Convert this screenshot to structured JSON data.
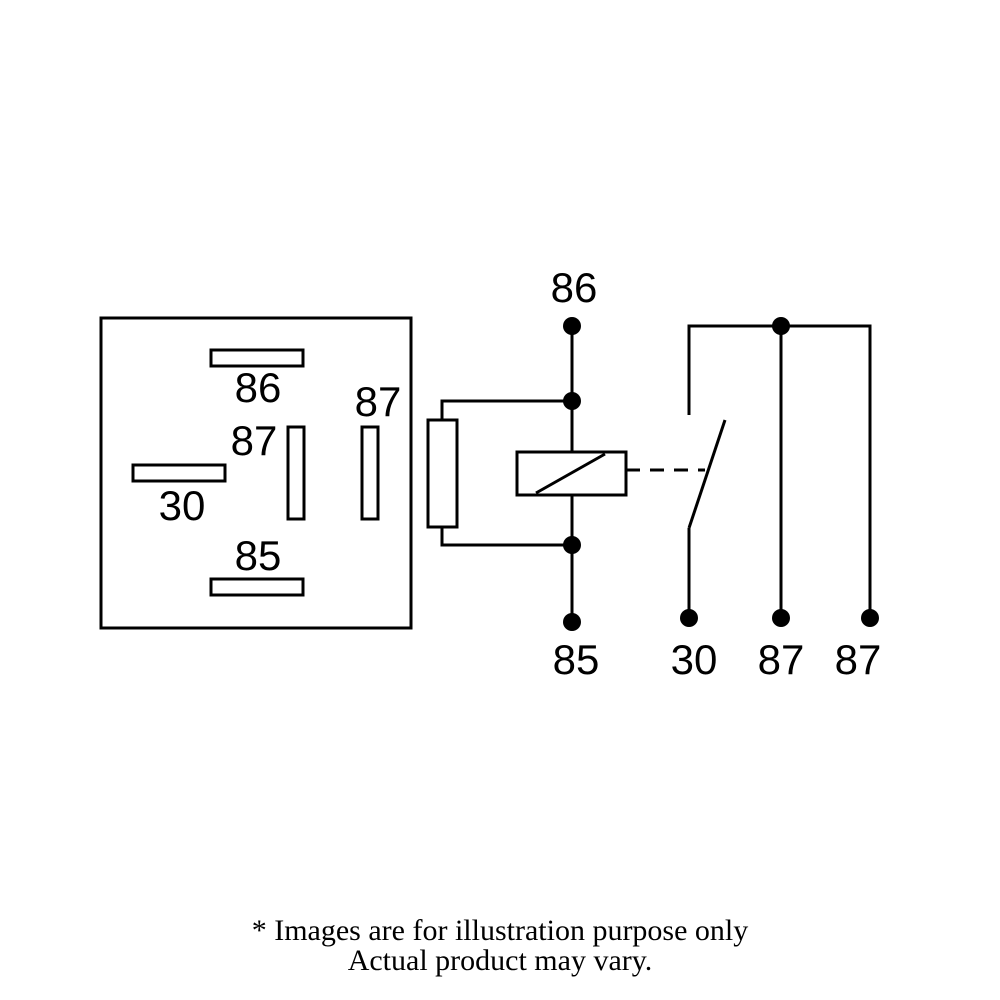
{
  "pinout": {
    "pin_86": "86",
    "pin_87_inner": "87",
    "pin_87_outer": "87",
    "pin_30": "30",
    "pin_85": "85"
  },
  "schematic": {
    "terminal_86": "86",
    "terminal_85": "85",
    "terminal_30": "30",
    "terminal_87_a": "87",
    "terminal_87_b": "87"
  },
  "note": {
    "line1": "* Images are for illustration purpose only",
    "line2": "Actual product may vary."
  },
  "colors": {
    "ink": "#000000",
    "background": "#ffffff"
  }
}
